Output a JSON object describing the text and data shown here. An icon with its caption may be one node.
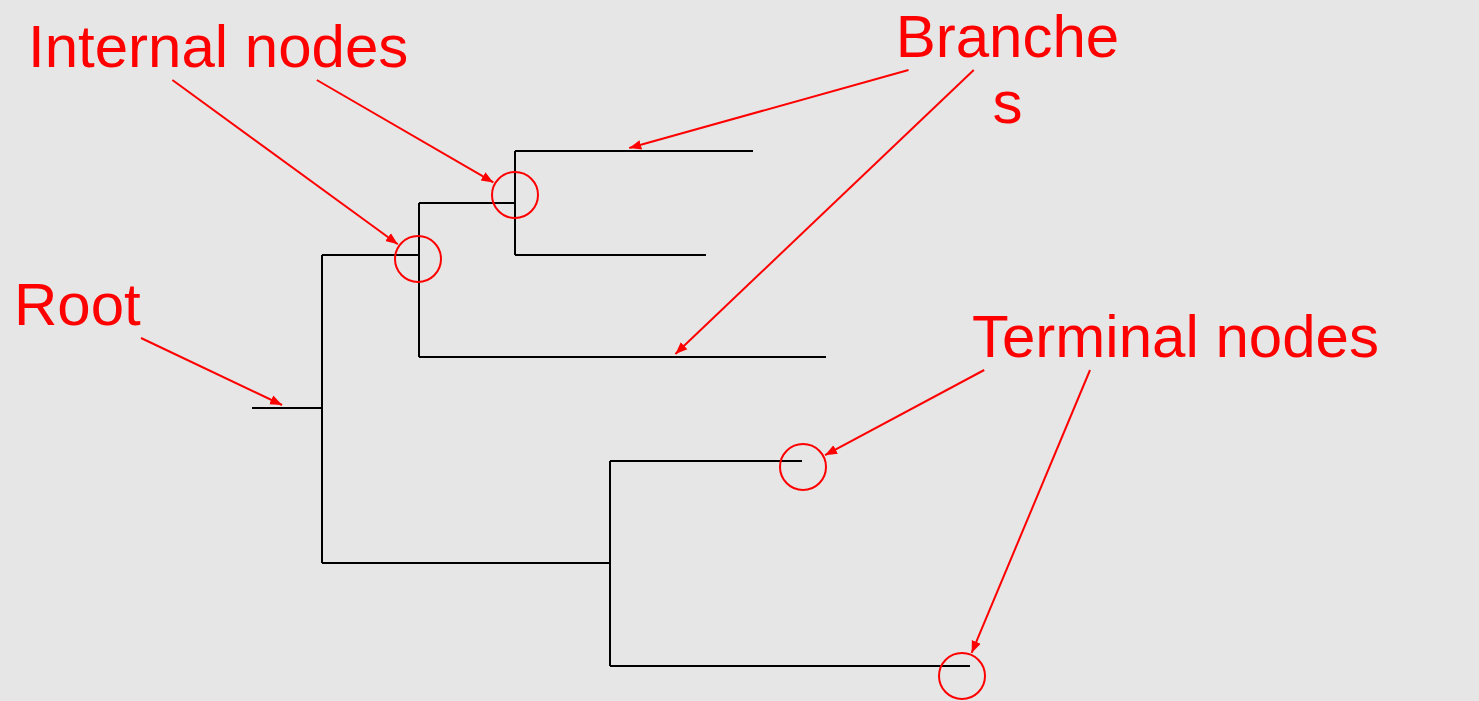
{
  "diagram": {
    "nodes": [
      {
        "text": [
          "Internal nodes"
        ]
      },
      {
        "text": [
          "Branches"
        ]
      },
      {
        "text": [
          "Root"
        ]
      },
      {
        "text": [
          "Terminal nodes"
        ]
      },
      {
        "text": [],
        "shape": "circle"
      },
      {
        "text": [],
        "shape": "circle"
      },
      {
        "text": [],
        "shape": "circle"
      },
      {
        "text": [],
        "shape": "circle"
      },
      {
        "text": [],
        "shape": "line"
      },
      {
        "text": [],
        "shape": "line"
      },
      {
        "text": [],
        "shape": "line"
      }
    ],
    "edges": [
      {
        "from": 0,
        "to": 5,
        "arrow": "to"
      },
      {
        "from": 0,
        "to": 4,
        "arrow": "to"
      },
      {
        "from": 1,
        "to": 8,
        "arrow": "to"
      },
      {
        "from": 1,
        "to": 9,
        "arrow": "to"
      },
      {
        "from": 2,
        "to": 10,
        "arrow": "to"
      },
      {
        "from": 3,
        "to": 6,
        "arrow": "to"
      },
      {
        "from": 3,
        "to": 7,
        "arrow": "to"
      }
    ]
  }
}
